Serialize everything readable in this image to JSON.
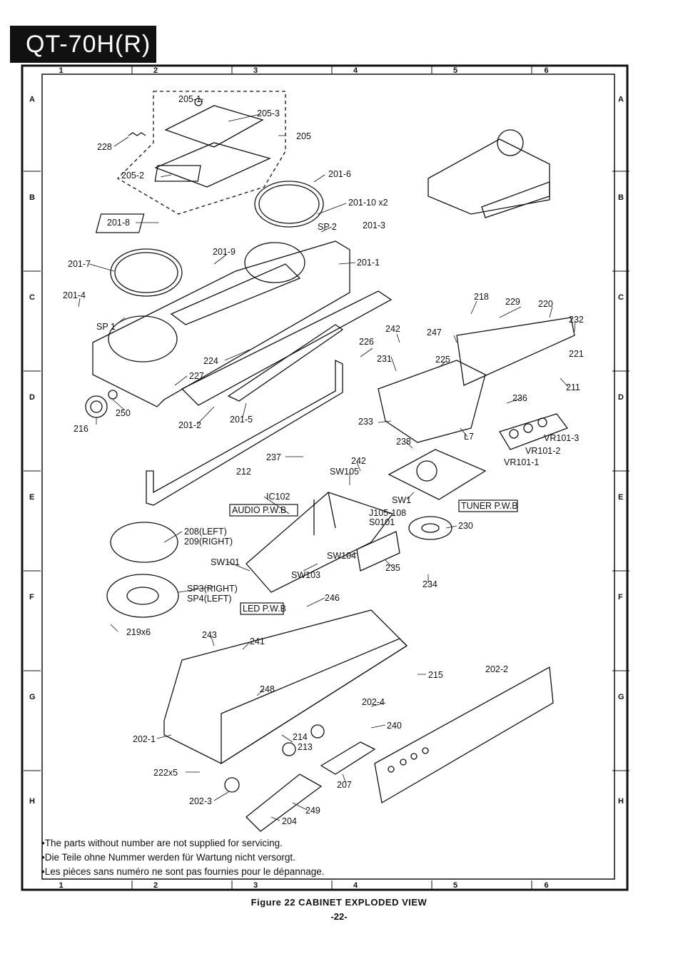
{
  "model_badge": "QT-70H(R)",
  "grid": {
    "columns": [
      "1",
      "2",
      "3",
      "4",
      "5",
      "6"
    ],
    "rows": [
      "A",
      "B",
      "C",
      "D",
      "E",
      "F",
      "G",
      "H"
    ]
  },
  "part_labels": [
    {
      "id": "p205-1",
      "text": "205-1"
    },
    {
      "id": "p205-3",
      "text": "205-3"
    },
    {
      "id": "p205",
      "text": "205"
    },
    {
      "id": "p228",
      "text": "228"
    },
    {
      "id": "p205-2",
      "text": "205-2"
    },
    {
      "id": "p201-6",
      "text": "201-6"
    },
    {
      "id": "p201-10",
      "text": "201-10 x2"
    },
    {
      "id": "p201-8",
      "text": "201-8"
    },
    {
      "id": "sp2",
      "text": "SP 2"
    },
    {
      "id": "p201-3",
      "text": "201-3"
    },
    {
      "id": "p201-9",
      "text": "201-9"
    },
    {
      "id": "p201-7",
      "text": "201-7"
    },
    {
      "id": "p201-1",
      "text": "201-1"
    },
    {
      "id": "p201-4",
      "text": "201-4"
    },
    {
      "id": "sp1",
      "text": "SP 1"
    },
    {
      "id": "p224",
      "text": "224"
    },
    {
      "id": "p227",
      "text": "227"
    },
    {
      "id": "p250",
      "text": "250"
    },
    {
      "id": "p216",
      "text": "216"
    },
    {
      "id": "p201-2",
      "text": "201-2"
    },
    {
      "id": "p201-5",
      "text": "201-5"
    },
    {
      "id": "p226",
      "text": "226"
    },
    {
      "id": "p218",
      "text": "218"
    },
    {
      "id": "p229",
      "text": "229"
    },
    {
      "id": "p220",
      "text": "220"
    },
    {
      "id": "p232",
      "text": "232"
    },
    {
      "id": "p221",
      "text": "221"
    },
    {
      "id": "p242a",
      "text": "242"
    },
    {
      "id": "p247",
      "text": "247"
    },
    {
      "id": "p231",
      "text": "231"
    },
    {
      "id": "p225",
      "text": "225"
    },
    {
      "id": "p211",
      "text": "211"
    },
    {
      "id": "p236",
      "text": "236"
    },
    {
      "id": "p233",
      "text": "233"
    },
    {
      "id": "l7",
      "text": "L7"
    },
    {
      "id": "vr101-3",
      "text": "VR101-3"
    },
    {
      "id": "vr101-2",
      "text": "VR101-2"
    },
    {
      "id": "vr101-1",
      "text": "VR101-1"
    },
    {
      "id": "p238",
      "text": "238"
    },
    {
      "id": "p237",
      "text": "237"
    },
    {
      "id": "p242b",
      "text": "242"
    },
    {
      "id": "sw105",
      "text": "SW105"
    },
    {
      "id": "p212",
      "text": "212"
    },
    {
      "id": "ic102",
      "text": "IC102"
    },
    {
      "id": "sw1",
      "text": "SW1"
    },
    {
      "id": "j105",
      "text": "J105-108"
    },
    {
      "id": "s0101",
      "text": "S0101"
    },
    {
      "id": "p230",
      "text": "230"
    },
    {
      "id": "p208",
      "text": "208(LEFT)"
    },
    {
      "id": "p209",
      "text": "209(RIGHT)"
    },
    {
      "id": "sw101",
      "text": "SW101"
    },
    {
      "id": "sw104",
      "text": "SW104"
    },
    {
      "id": "sw103",
      "text": "SW103"
    },
    {
      "id": "p235",
      "text": "235"
    },
    {
      "id": "p234",
      "text": "234"
    },
    {
      "id": "sp3",
      "text": "SP3(RIGHT)"
    },
    {
      "id": "sp4",
      "text": "SP4(LEFT)"
    },
    {
      "id": "p246",
      "text": "246"
    },
    {
      "id": "p219",
      "text": "219x6"
    },
    {
      "id": "p243",
      "text": "243"
    },
    {
      "id": "p241",
      "text": "241"
    },
    {
      "id": "p215",
      "text": "215"
    },
    {
      "id": "p202-2",
      "text": "202-2"
    },
    {
      "id": "p248",
      "text": "248"
    },
    {
      "id": "p202-4",
      "text": "202-4"
    },
    {
      "id": "p240",
      "text": "240"
    },
    {
      "id": "p202-1",
      "text": "202-1"
    },
    {
      "id": "p214",
      "text": "214"
    },
    {
      "id": "p213",
      "text": "213"
    },
    {
      "id": "p222",
      "text": "222x5"
    },
    {
      "id": "p207",
      "text": "207"
    },
    {
      "id": "p202-3",
      "text": "202-3"
    },
    {
      "id": "p249",
      "text": "249"
    },
    {
      "id": "p204",
      "text": "204"
    }
  ],
  "board_labels": [
    {
      "id": "audio",
      "text": "AUDIO P.W.B"
    },
    {
      "id": "tuner",
      "text": "TUNER P.W.B"
    },
    {
      "id": "led",
      "text": "LED P.W.B"
    }
  ],
  "notes": [
    "The parts without number are not supplied for servicing.",
    "Die Teile ohne Nummer werden für Wartung nicht versorgt.",
    "Les pièces sans numéro ne sont pas fournies pour le dépannage."
  ],
  "caption": "Figure 22 CABINET EXPLODED VIEW",
  "page_number": "-22-"
}
